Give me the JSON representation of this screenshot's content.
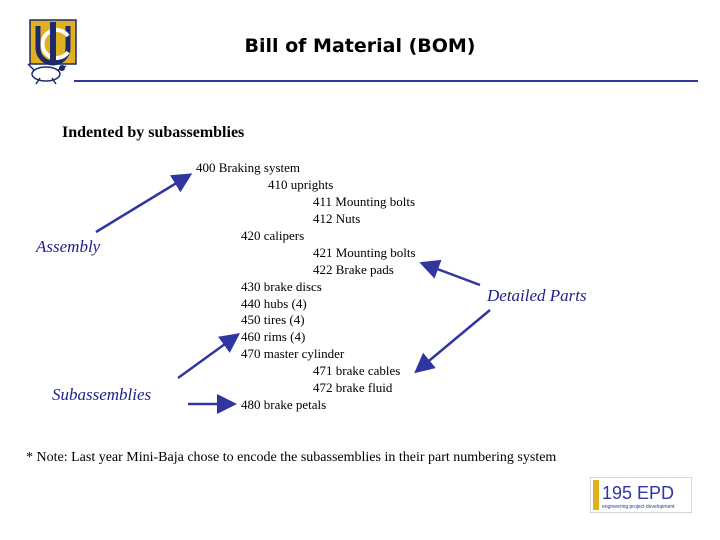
{
  "slide": {
    "title": "Bill of Material (BOM)",
    "subtitle": "Indented by subassemblies",
    "bom": [
      {
        "text": "400 Braking system",
        "level": 0
      },
      {
        "text": "410 uprights",
        "level": 1
      },
      {
        "text": "411 Mounting bolts",
        "level": 2
      },
      {
        "text": "412 Nuts",
        "level": 2
      },
      {
        "text": "420 calipers",
        "level": 1
      },
      {
        "text": "421 Mounting bolts",
        "level": 2
      },
      {
        "text": "422 Brake pads",
        "level": 2
      },
      {
        "text": "430 brake discs",
        "level": 1
      },
      {
        "text": "440 hubs (4)",
        "level": 1
      },
      {
        "text": "450 tires (4)",
        "level": 1
      },
      {
        "text": "460 rims (4)",
        "level": 1
      },
      {
        "text": "470 master cylinder",
        "level": 1
      },
      {
        "text": "471 brake cables",
        "level": 2
      },
      {
        "text": "472 brake fluid",
        "level": 2
      },
      {
        "text": "480 brake petals",
        "level": 1
      }
    ],
    "labels": {
      "assembly": "Assembly",
      "subassemblies": "Subassemblies",
      "detailed_parts": "Detailed Parts"
    },
    "note": "* Note: Last year Mini-Baja chose to encode the subassemblies in their part numbering system",
    "logo_text": "UCI",
    "badge": {
      "text": "195 EPD",
      "tagline": "engineering project development"
    }
  },
  "colors": {
    "accent": "#2f36a0",
    "label_text": "#1e1e8c",
    "logo_gold": "#e0b020",
    "logo_blue": "#1b2a6b"
  }
}
